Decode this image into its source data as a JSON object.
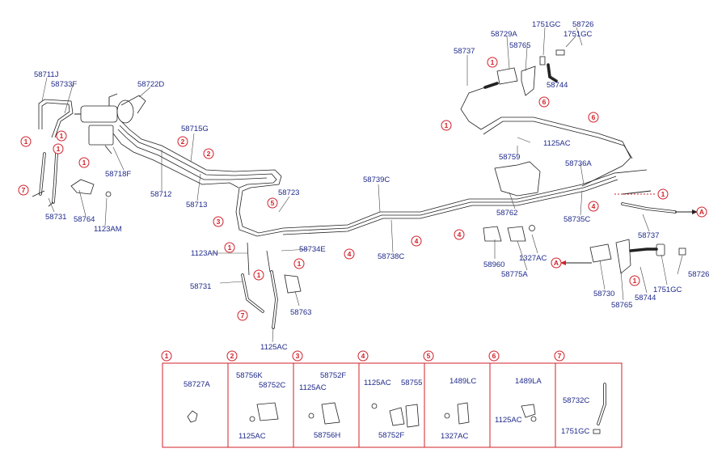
{
  "diagram": {
    "part_labels": [
      "58711J",
      "58733F",
      "58722D",
      "58715G",
      "58718F",
      "58712",
      "58713",
      "58723",
      "58731",
      "58764",
      "1123AM",
      "1123AN",
      "58734E",
      "58731",
      "58763",
      "1125AC",
      "58739C",
      "58738C",
      "58737",
      "58729A",
      "58765",
      "1751GC",
      "58726",
      "1751GC",
      "58744",
      "58759",
      "1125AC",
      "58736A",
      "58762",
      "58735C",
      "58737",
      "58960",
      "58775A",
      "1327AC",
      "58730",
      "58765",
      "58744",
      "1751GC",
      "58726"
    ],
    "callout_markers": [
      "1",
      "1",
      "1",
      "1",
      "7",
      "2",
      "2",
      "3",
      "5",
      "1",
      "1",
      "1",
      "7",
      "4",
      "4",
      "4",
      "1",
      "1",
      "6",
      "6",
      "4",
      "1",
      "1"
    ],
    "connector_markers": [
      "A",
      "A"
    ],
    "legend": [
      {
        "marker": "1",
        "labels": [
          "58727A"
        ]
      },
      {
        "marker": "2",
        "labels": [
          "58756K",
          "58752C",
          "1125AC"
        ]
      },
      {
        "marker": "3",
        "labels": [
          "58752F",
          "1125AC",
          "58756H"
        ]
      },
      {
        "marker": "4",
        "labels": [
          "1125AC",
          "58755",
          "58752F"
        ]
      },
      {
        "marker": "5",
        "labels": [
          "1489LC",
          "1327AC"
        ]
      },
      {
        "marker": "6",
        "labels": [
          "1489LA",
          "1125AC"
        ]
      },
      {
        "marker": "7",
        "labels": [
          "58732C",
          "1751GC"
        ]
      }
    ],
    "colors": {
      "label": "#1f2a8a",
      "marker": "#d0202a",
      "line": "#222222"
    }
  }
}
